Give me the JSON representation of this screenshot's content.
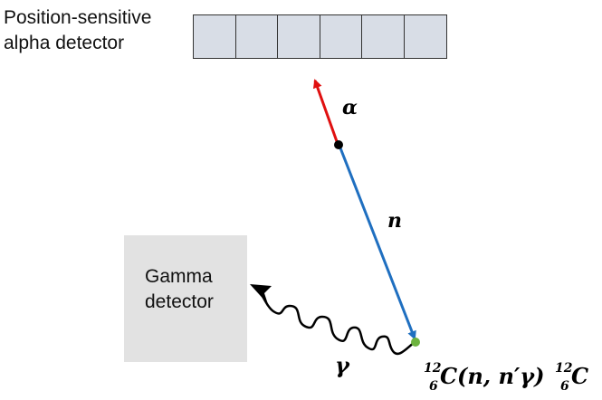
{
  "alpha_detector": {
    "label_line1": "Position-sensitive",
    "label_line2": "alpha detector",
    "cell_count": 6,
    "cell_color": "#d8dde6"
  },
  "gamma_detector": {
    "label_line1": "Gamma",
    "label_line2": "detector",
    "box_color": "#e2e2e2"
  },
  "particles": {
    "alpha_symbol": "α",
    "neutron_symbol": "n",
    "gamma_symbol": "γ"
  },
  "reaction": {
    "mass_number": "12",
    "atomic_number": "6",
    "element": "C",
    "channel": "(n, n′γ)"
  },
  "colors": {
    "alpha_arrow": "#e01010",
    "neutron_arrow": "#1f6fc0",
    "interaction_point": "#6db33f",
    "source_point": "#000000"
  }
}
